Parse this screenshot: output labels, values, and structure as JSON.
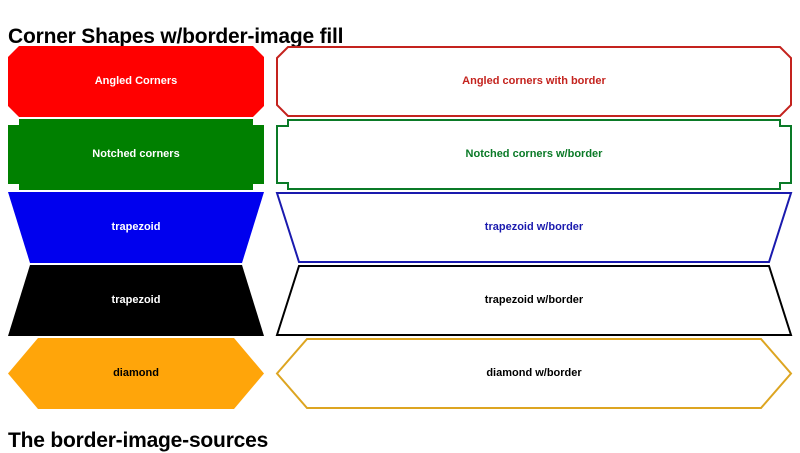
{
  "headings": {
    "top": "Corner Shapes w/border-image fill",
    "bottom": "The border-image-sources"
  },
  "colors": {
    "red_fill": "#FF0000",
    "red_stroke": "#C4231E",
    "green_fill": "#008000",
    "green_stroke": "#0A7A27",
    "blue_fill": "#0000EE",
    "blue_stroke": "#1A1AAE",
    "black_fill": "#000000",
    "black_stroke": "#000000",
    "orange_fill": "#FFA50A",
    "orange_stroke": "#DDA521",
    "page_background": "#FFFFFF"
  },
  "rows": [
    {
      "name": "angled-corners",
      "filled": {
        "label": "Angled Corners",
        "shape": "angled",
        "fill": "#FF0000",
        "label_color": "#FFFFFF"
      },
      "outlined": {
        "label": "Angled corners with border",
        "shape": "angled",
        "stroke": "#C4231E",
        "label_color": "#C4231E"
      }
    },
    {
      "name": "notched-corners",
      "filled": {
        "label": "Notched corners",
        "shape": "notched",
        "fill": "#008000",
        "label_color": "#FFFFFF"
      },
      "outlined": {
        "label": "Notched corners w/border",
        "shape": "notched",
        "stroke": "#0A7A27",
        "label_color": "#0A7A27"
      }
    },
    {
      "name": "trapezoid-narrow-bottom",
      "filled": {
        "label": "trapezoid",
        "shape": "trapezoid-down",
        "fill": "#0000EE",
        "label_color": "#FFFFFF"
      },
      "outlined": {
        "label": "trapezoid w/border",
        "shape": "trapezoid-down",
        "stroke": "#1A1AAE",
        "label_color": "#1A1AAE"
      }
    },
    {
      "name": "trapezoid-narrow-top",
      "filled": {
        "label": "trapezoid",
        "shape": "trapezoid-up",
        "fill": "#000000",
        "label_color": "#FFFFFF"
      },
      "outlined": {
        "label": "trapezoid w/border",
        "shape": "trapezoid-up",
        "stroke": "#000000",
        "label_color": "#000000"
      }
    },
    {
      "name": "diamond",
      "filled": {
        "label": "diamond",
        "shape": "diamond",
        "fill": "#FFA50A",
        "label_color": "#000000"
      },
      "outlined": {
        "label": "diamond w/border",
        "shape": "diamond",
        "stroke": "#DDA521",
        "label_color": "#000000"
      }
    }
  ]
}
